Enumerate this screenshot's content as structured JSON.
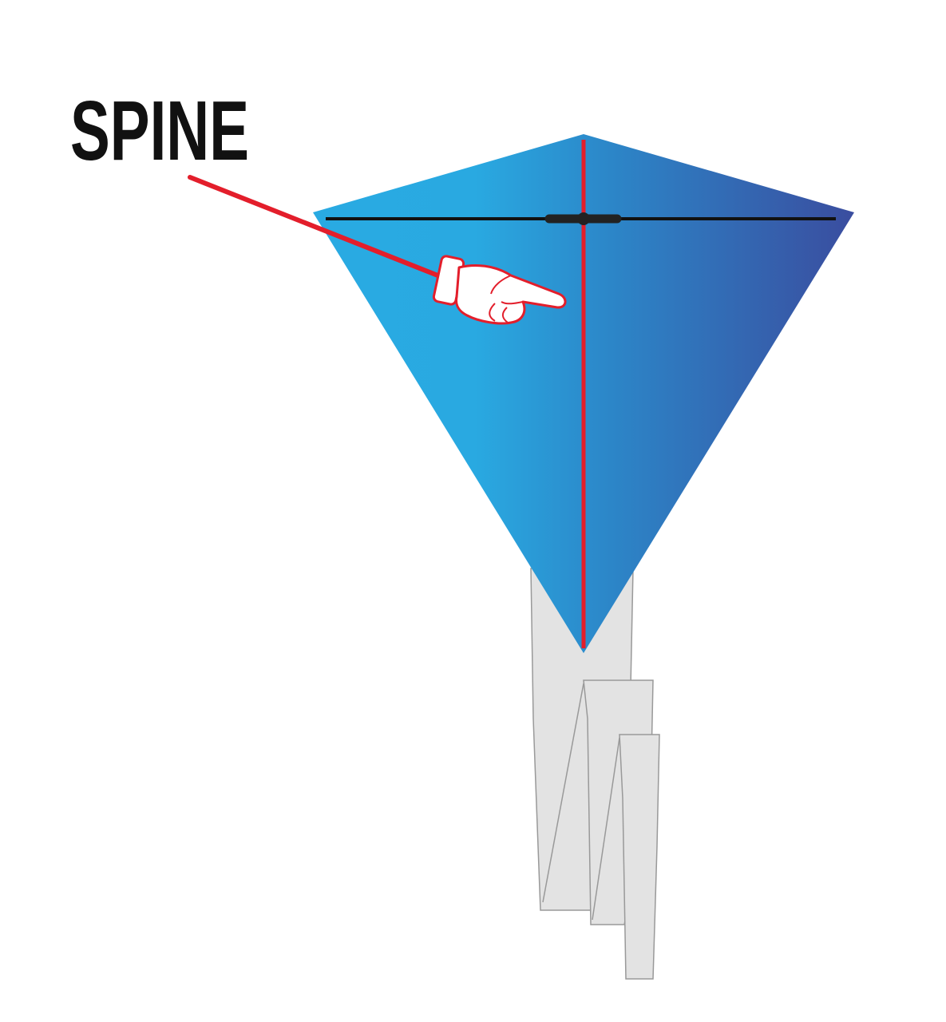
{
  "diagram": {
    "label": "SPINE",
    "parts": [
      "kite-sail",
      "spine",
      "spar",
      "tail",
      "pointer-hand"
    ],
    "colors": {
      "sail_light": "#29aae2",
      "sail_dark": "#3a4d9f",
      "spine": "#e31e2b",
      "spar": "#111111",
      "tail_fill": "#e3e3e3",
      "tail_stroke": "#999999",
      "pointer": "#e31e2b"
    }
  }
}
